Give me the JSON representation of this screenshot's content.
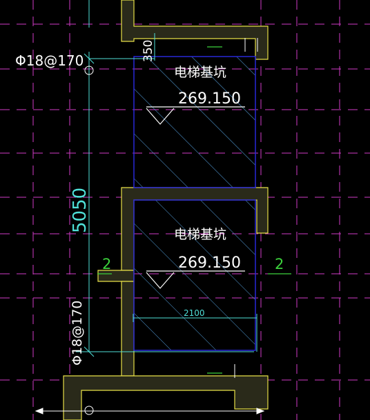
{
  "drawing": {
    "rebar_top": "Φ18@170",
    "rebar_bottom": "Φ18@170",
    "dim_top": "350",
    "dim_vertical": "5050",
    "dim_width": "2100",
    "pit_upper": {
      "label": "电梯基坑",
      "elevation": "269.150"
    },
    "pit_lower": {
      "label": "电梯基坑",
      "elevation": "269.150"
    },
    "section_left": "2",
    "section_right": "2",
    "colors": {
      "background": "#000000",
      "grid": "#d23cc8",
      "wall": "#e8e048",
      "pit_outline": "#2828d8",
      "hatch": "#58a8e8",
      "dimension": "#4fe0d8",
      "text": "#ffffff",
      "section_mark": "#3cd23c"
    }
  }
}
